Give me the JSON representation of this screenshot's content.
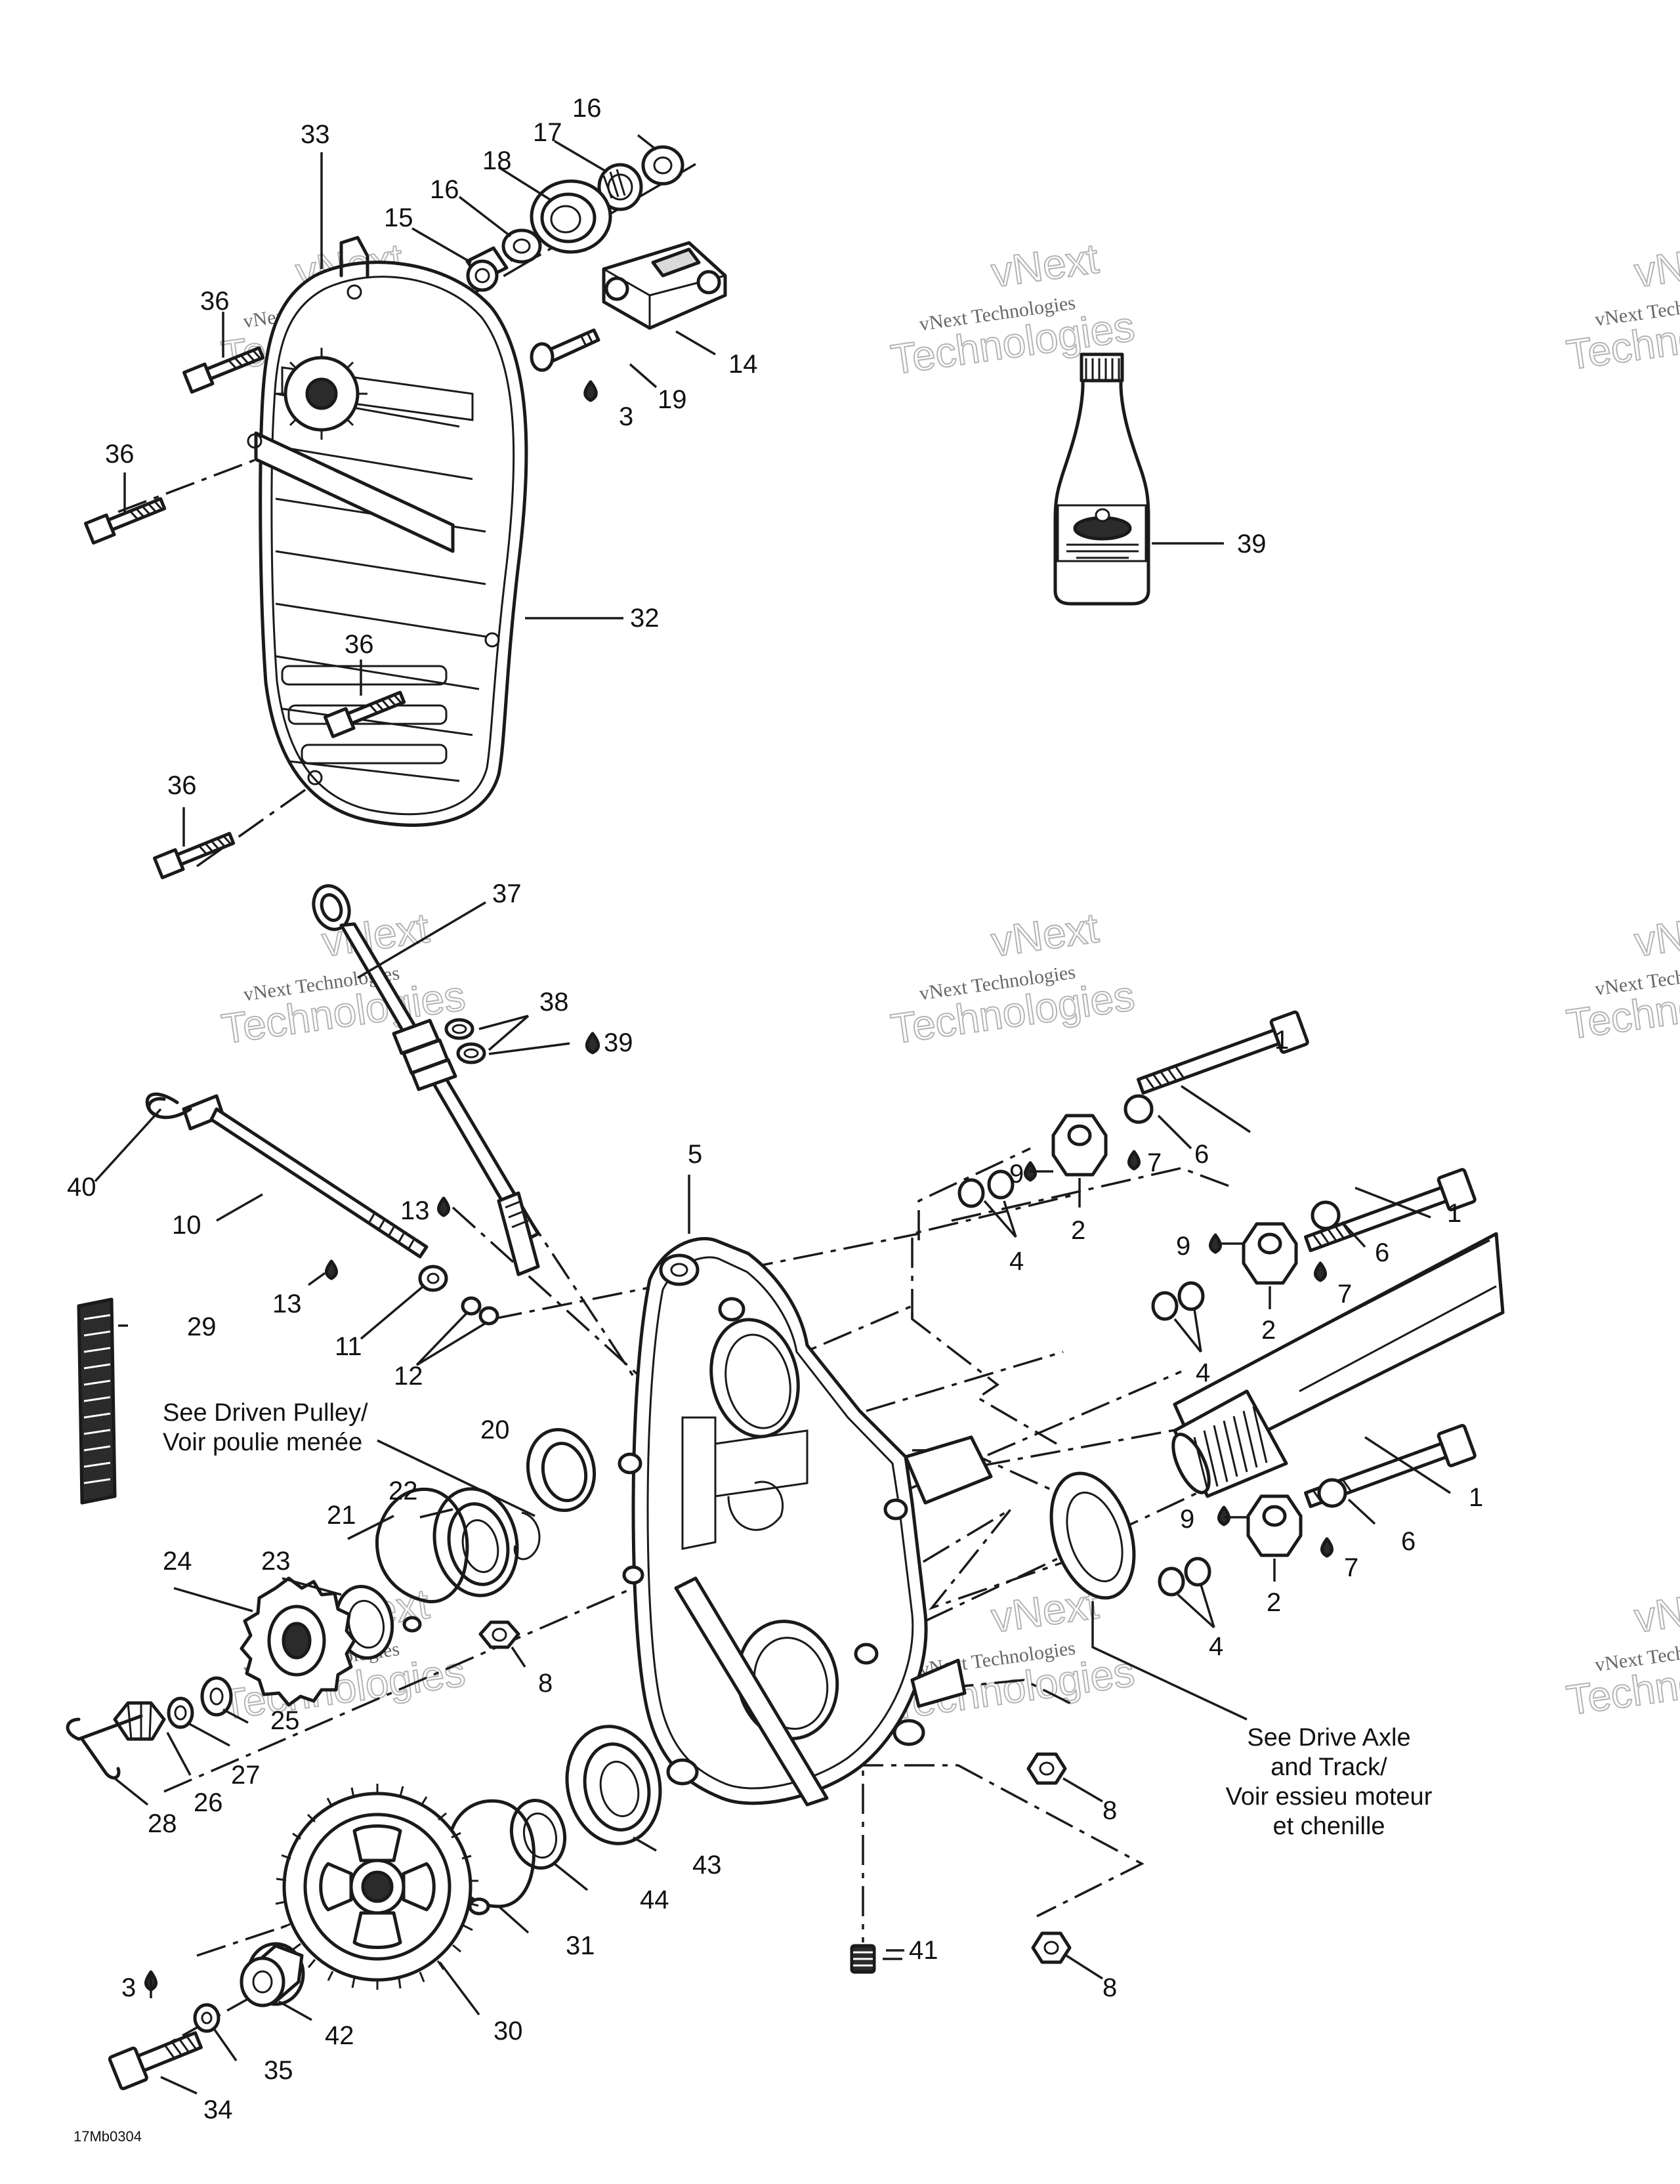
{
  "callouts": [
    {
      "n": "1"
    },
    {
      "n": "1"
    },
    {
      "n": "1"
    },
    {
      "n": "2"
    },
    {
      "n": "2"
    },
    {
      "n": "2"
    },
    {
      "n": "3"
    },
    {
      "n": "3"
    },
    {
      "n": "4"
    },
    {
      "n": "4"
    },
    {
      "n": "4"
    },
    {
      "n": "5"
    },
    {
      "n": "6"
    },
    {
      "n": "6"
    },
    {
      "n": "6"
    },
    {
      "n": "7"
    },
    {
      "n": "7"
    },
    {
      "n": "7"
    },
    {
      "n": "8"
    },
    {
      "n": "8"
    },
    {
      "n": "8"
    },
    {
      "n": "9"
    },
    {
      "n": "9"
    },
    {
      "n": "9"
    },
    {
      "n": "10"
    },
    {
      "n": "11"
    },
    {
      "n": "12"
    },
    {
      "n": "13"
    },
    {
      "n": "13"
    },
    {
      "n": "14"
    },
    {
      "n": "15"
    },
    {
      "n": "16"
    },
    {
      "n": "16"
    },
    {
      "n": "17"
    },
    {
      "n": "18"
    },
    {
      "n": "19"
    },
    {
      "n": "20"
    },
    {
      "n": "21"
    },
    {
      "n": "22"
    },
    {
      "n": "23"
    },
    {
      "n": "24"
    },
    {
      "n": "25"
    },
    {
      "n": "26"
    },
    {
      "n": "27"
    },
    {
      "n": "28"
    },
    {
      "n": "29"
    },
    {
      "n": "30"
    },
    {
      "n": "31"
    },
    {
      "n": "32"
    },
    {
      "n": "33"
    },
    {
      "n": "34"
    },
    {
      "n": "35"
    },
    {
      "n": "36"
    },
    {
      "n": "36"
    },
    {
      "n": "36"
    },
    {
      "n": "36"
    },
    {
      "n": "37"
    },
    {
      "n": "38"
    },
    {
      "n": "39"
    },
    {
      "n": "39"
    },
    {
      "n": "40"
    },
    {
      "n": "41"
    },
    {
      "n": "42"
    },
    {
      "n": "43"
    },
    {
      "n": "44"
    }
  ],
  "notes": {
    "driven_pulley": [
      "See Driven Pulley/",
      "Voir poulie menée"
    ],
    "drive_axle": [
      "See Drive Axle",
      "and Track/",
      "Voir essieu moteur",
      "et chenille"
    ]
  },
  "diagram_code": "17Mb0304",
  "watermark": {
    "line1": "vNext",
    "line2": "vNext Technologies",
    "line3": "Technologies"
  }
}
